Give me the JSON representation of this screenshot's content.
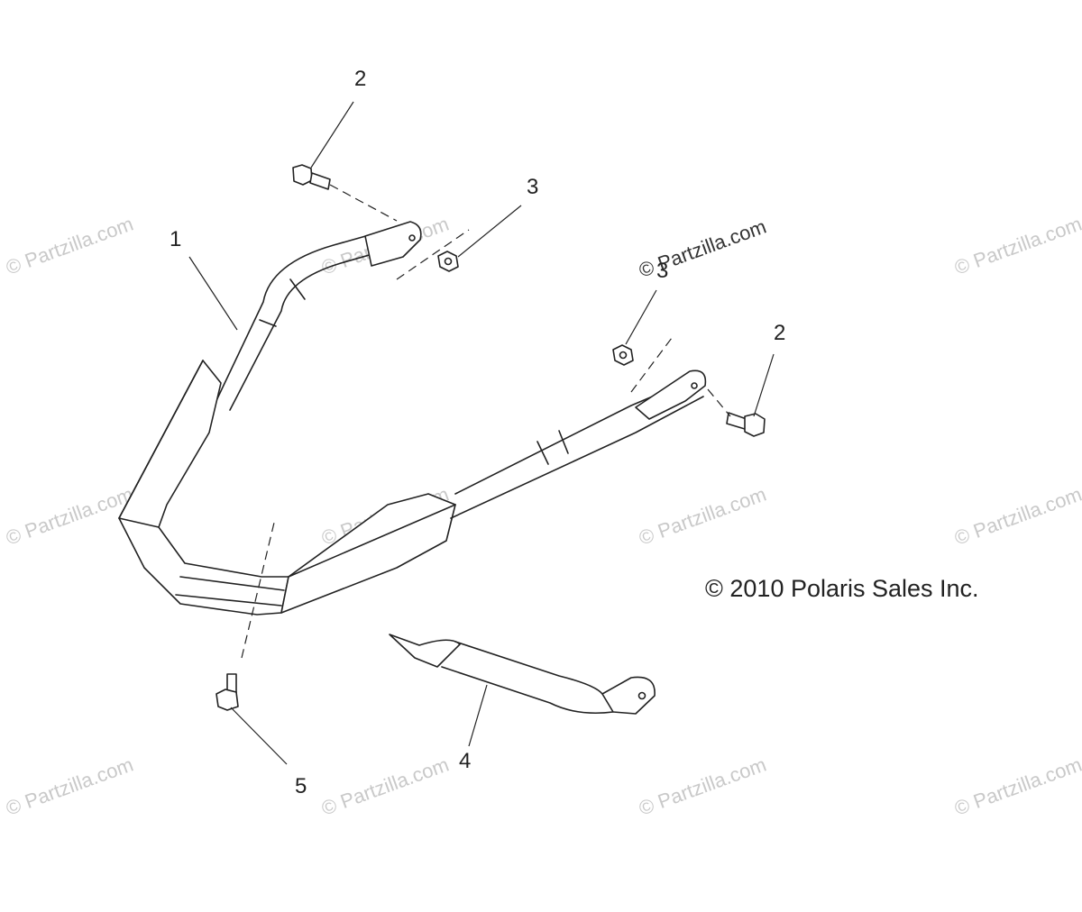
{
  "copyright": "© 2010 Polaris Sales Inc.",
  "watermark": "© Partzilla.com",
  "callouts": [
    {
      "id": "c1",
      "label": "1",
      "part": "front bumper"
    },
    {
      "id": "c2a",
      "label": "2",
      "part": "bolt"
    },
    {
      "id": "c2b",
      "label": "2",
      "part": "bolt"
    },
    {
      "id": "c3a",
      "label": "3",
      "part": "nut"
    },
    {
      "id": "c3b",
      "label": "3",
      "part": "nut"
    },
    {
      "id": "c4",
      "label": "4",
      "part": "tube bracket"
    },
    {
      "id": "c5",
      "label": "5",
      "part": "screw"
    }
  ],
  "colors": {
    "line": "#222222",
    "watermark": "#c9c9c9",
    "background": "#ffffff"
  }
}
